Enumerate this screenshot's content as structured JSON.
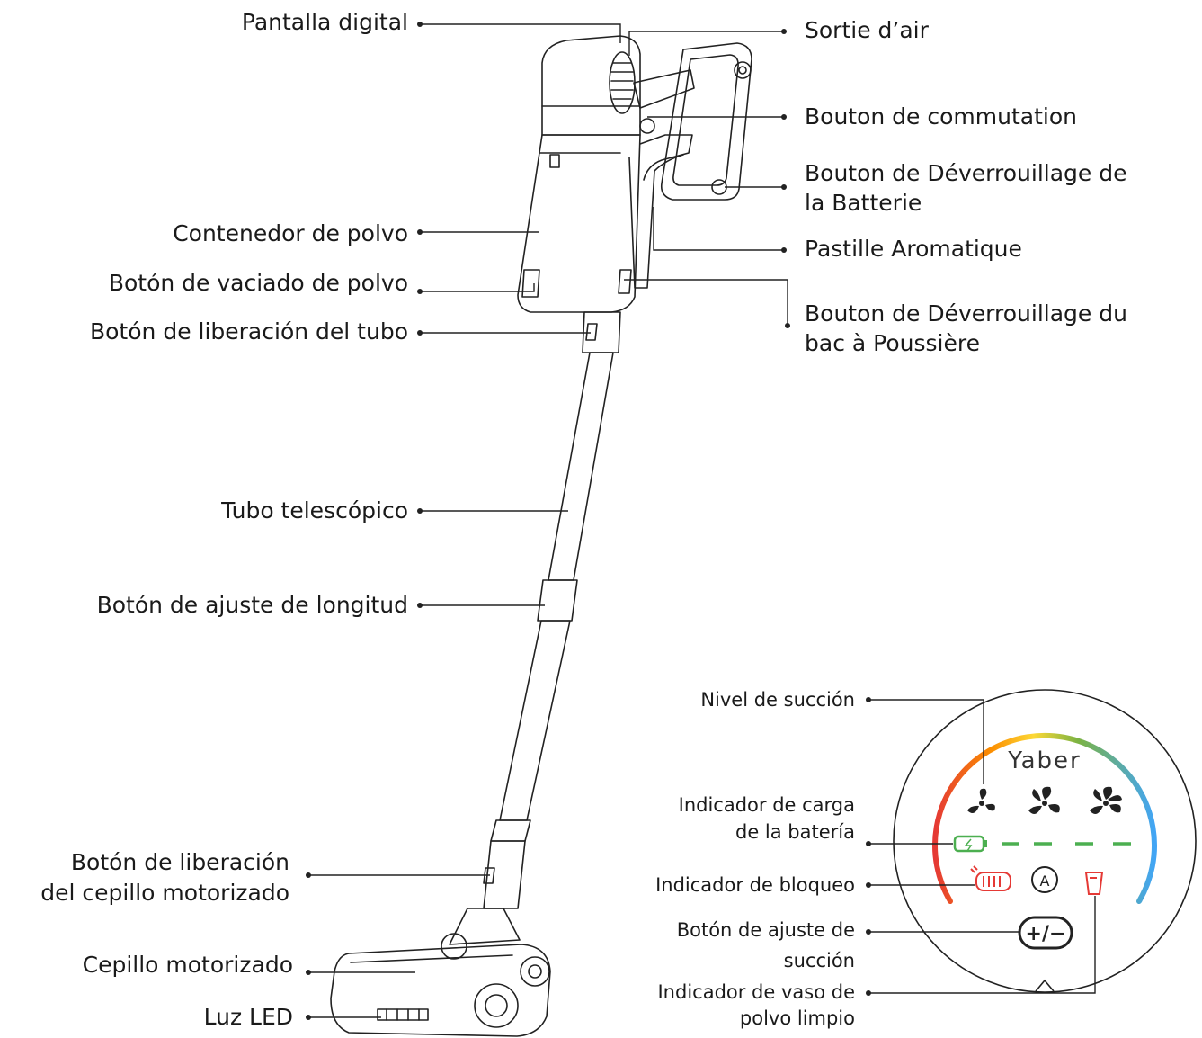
{
  "labels": {
    "pantalla_digital": "Pantalla digital",
    "sortie_air": "Sortie d’air",
    "bouton_commutation": "Bouton de commutation",
    "bouton_deverrouillage_batterie_1": "Bouton de Déverrouillage de",
    "bouton_deverrouillage_batterie_2": "la Batterie",
    "contenedor_polvo": "Contenedor de polvo",
    "pastille_aromatique": "Pastille Aromatique",
    "boton_vaciado_polvo": "Botón de vaciado de polvo",
    "bouton_deverrouillage_bac_1": "Bouton de Déverrouillage du",
    "bouton_deverrouillage_bac_2": "bac à Poussière",
    "boton_liberacion_tubo": "Botón de liberación del tubo",
    "tubo_telescopico": "Tubo telescópico",
    "boton_ajuste_longitud": "Botón de ajuste de longitud",
    "boton_liberacion_cepillo_1": "Botón de liberación",
    "boton_liberacion_cepillo_2": "del cepillo motorizado",
    "cepillo_motorizado": "Cepillo motorizado",
    "luz_led": "Luz LED"
  },
  "panel": {
    "brand": "Yaber",
    "nivel_succion": "Nivel de succión",
    "indicador_carga_1": "Indicador de carga",
    "indicador_carga_2": "de la batería",
    "indicador_bloqueo": "Indicador de bloqueo",
    "boton_ajuste_succion_1": "Botón de ajuste de",
    "boton_ajuste_succion_2": "succión",
    "indicador_vaso_1": "Indicador de vaso de",
    "indicador_vaso_2": "polvo limpio",
    "button_symbol": "+/−",
    "mode_symbol": "A",
    "colors": {
      "arc_red": "#e53935",
      "arc_orange": "#fb8c00",
      "arc_yellow": "#fdd835",
      "arc_green": "#7cb342",
      "arc_blue": "#42a5f5",
      "battery_green": "#4caf50",
      "lock_red": "#e53935"
    }
  },
  "icons": [
    "fan-low-icon",
    "fan-mid-icon",
    "fan-high-icon",
    "battery-icon",
    "lock-icon",
    "auto-mode-icon",
    "dust-cup-icon",
    "suction-toggle-icon"
  ]
}
